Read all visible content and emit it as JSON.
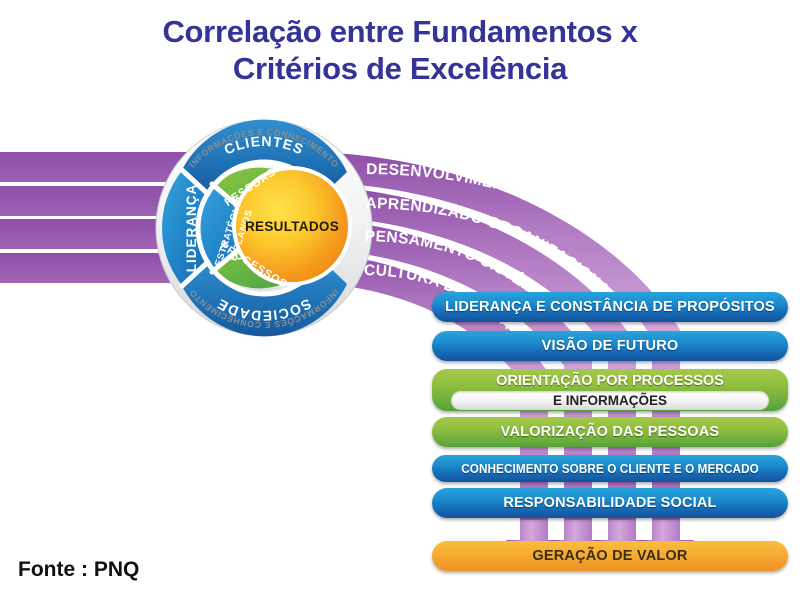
{
  "title": {
    "line1": "Correlação entre Fundamentos x",
    "line2": "Critérios de Excelência"
  },
  "source": {
    "label": "Fonte : PNQ"
  },
  "model_circle": {
    "center_label": "RESULTADOS",
    "outer_ring_top": "INFORMAÇÕES E CONHECIMENTO",
    "outer_ring_bottom": "INFORMAÇÕES E CONHECIMENTO",
    "segments": [
      {
        "label": "CLIENTES",
        "color": "#1f6fb4"
      },
      {
        "label": "LIDERANÇA",
        "color": "#1b7ec0"
      },
      {
        "label": "SOCIEDADE",
        "color": "#1f6fb4"
      },
      {
        "label": "ESTRATÉGIAS E PLANOS",
        "color": "#1b8ccd"
      },
      {
        "label": "PESSOAS",
        "color": "#5bb24a"
      },
      {
        "label": "PROCESSOS",
        "color": "#5bb24a"
      }
    ]
  },
  "ribbons": {
    "color": "#b37ac4",
    "items": [
      {
        "label": "DESENVOLVIMENTO DE PARCERIAS"
      },
      {
        "label": "APRENDIZADO ORGANIZACIONAL"
      },
      {
        "label": "PENSAMENTO SISTÊMICO"
      },
      {
        "label": "CULTURA DA INOVAÇÃO"
      }
    ]
  },
  "criteria_bars": [
    {
      "label": "LIDERANÇA E CONSTÂNCIA DE PROPÓSITOS",
      "color": "blue",
      "style": "single"
    },
    {
      "label": "VISÃO DE FUTURO",
      "color": "blue",
      "style": "single"
    },
    {
      "label": "ORIENTAÇÃO POR PROCESSOS",
      "color": "green",
      "style": "stacked",
      "sub_label": "E INFORMAÇÕES"
    },
    {
      "label": "VALORIZAÇÃO DAS PESSOAS",
      "color": "green",
      "style": "single"
    },
    {
      "label": "CONHECIMENTO  SOBRE O CLIENTE E O MERCADO",
      "color": "blue",
      "style": "condensed"
    },
    {
      "label": "RESPONSABILIDADE SOCIAL",
      "color": "blue",
      "style": "single"
    }
  ],
  "outcome_bar": {
    "label": "GERAÇÃO DE VALOR",
    "color": "orange"
  },
  "arrows": {
    "count": 4,
    "color": "#b37ac4"
  },
  "colors": {
    "title": "#33339a",
    "blue_bar": "#1b8ccd",
    "green_bar": "#8fbe3f",
    "orange_bar": "#f7ae33",
    "ribbon_purple": "#b37ac4",
    "results_orange": "#f5a623"
  }
}
